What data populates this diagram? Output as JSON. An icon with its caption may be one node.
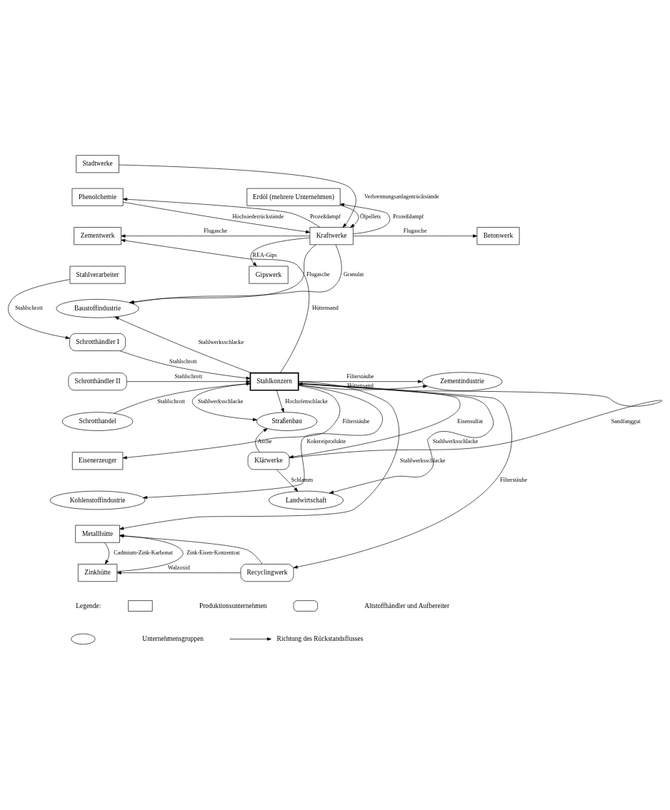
{
  "diagram": {
    "nodes": [
      {
        "text": [
          "Phenolchemie"
        ]
      },
      {
        "text": [
          "Stadtwerke"
        ]
      },
      {
        "text": [
          "Erdöl (mehrere Unternehmen)"
        ]
      },
      {
        "text": [
          "Zementwerk"
        ]
      },
      {
        "text": [
          "Kraftwerke"
        ]
      },
      {
        "text": [
          "Betonwerk"
        ]
      },
      {
        "text": [
          "Gipswerk"
        ]
      },
      {
        "text": [
          "Stahlverarbeiter"
        ]
      },
      {
        "text": [
          "Schrotthändler I"
        ]
      },
      {
        "text": [
          "Schrotthändler II"
        ]
      },
      {
        "text": [
          "Schrotthandel"
        ]
      },
      {
        "text": [
          "Stahlkonzern"
        ]
      },
      {
        "text": [
          "Baustoffindustrie"
        ]
      },
      {
        "text": [
          "Zementindustrie"
        ]
      },
      {
        "text": [
          "Straßenbau"
        ]
      },
      {
        "text": [
          "Eisenerzeuger"
        ]
      },
      {
        "text": [
          "Kohlenstoffindustrie"
        ]
      },
      {
        "text": [
          "Metallhütte"
        ]
      },
      {
        "text": [
          "Klärwerke"
        ]
      },
      {
        "text": [
          "Landwirtschaft"
        ]
      },
      {
        "text": [
          "Zinkhütte"
        ]
      },
      {
        "text": [
          "Recyclingwerk"
        ]
      }
    ],
    "edges": [
      {
        "from": 0,
        "to": 4,
        "arrow": "to",
        "label": "Hochsiederrückstände"
      },
      {
        "from": 4,
        "to": 0,
        "arrow": "to",
        "label": "Prozeßdampf"
      },
      {
        "from": 1,
        "to": 4,
        "arrow": "to",
        "label": "Verbrennungsanlagenrückstände"
      },
      {
        "from": 2,
        "to": 4,
        "arrow": "to",
        "label": "Ölpellets"
      },
      {
        "from": 4,
        "to": 2,
        "arrow": "to",
        "label": "Prozeßdampf"
      },
      {
        "from": 4,
        "to": 3,
        "arrow": "to",
        "label": "Flugasche"
      },
      {
        "from": 11,
        "to": 3,
        "arrow": "to",
        "label": "Hüttensand"
      },
      {
        "from": 4,
        "to": 5,
        "arrow": "to",
        "label": "Flugasche"
      },
      {
        "from": 4,
        "to": 6,
        "arrow": "to",
        "label": "REA-Gips"
      },
      {
        "from": 4,
        "to": 12,
        "arrow": "to",
        "label": "Flugasche"
      },
      {
        "from": 4,
        "to": 12,
        "arrow": "to",
        "label": "Granulat"
      },
      {
        "from": 7,
        "to": 8,
        "arrow": "to",
        "label": "Stahlschrott"
      },
      {
        "from": 8,
        "to": 11,
        "arrow": "to",
        "label": "Stahlschrott"
      },
      {
        "from": 9,
        "to": 11,
        "arrow": "to",
        "label": "Stahlschrott"
      },
      {
        "from": 10,
        "to": 11,
        "arrow": "to",
        "label": "Stahlschrott"
      },
      {
        "from": 11,
        "to": 12,
        "arrow": "to",
        "label": "Stahlwerksschlacke"
      },
      {
        "from": 11,
        "to": 13,
        "arrow": "to",
        "label": "Filterstäube"
      },
      {
        "from": 11,
        "to": 13,
        "arrow": "to",
        "label": "Hüttensand"
      },
      {
        "from": 11,
        "to": 14,
        "arrow": "to",
        "label": "Stahlwerksschlacke"
      },
      {
        "from": 11,
        "to": 14,
        "arrow": "to",
        "label": "Hochofenschlacke"
      },
      {
        "from": 11,
        "to": 15,
        "arrow": "to",
        "label": "Filterstäube"
      },
      {
        "from": 11,
        "to": 16,
        "arrow": "to",
        "label": "Kokereiprodukte"
      },
      {
        "from": 11,
        "to": 17,
        "arrow": "to",
        "label": "Stahlwerksschlacke"
      },
      {
        "from": 18,
        "to": 11,
        "arrow": "to",
        "label": "Sandfanggut"
      },
      {
        "from": 11,
        "to": 18,
        "arrow": "to",
        "label": "Eisensulfat"
      },
      {
        "from": 18,
        "to": 14,
        "arrow": "to",
        "label": "Asche"
      },
      {
        "from": 18,
        "to": 19,
        "arrow": "to",
        "label": "Schlamm"
      },
      {
        "from": 11,
        "to": 19,
        "arrow": "to",
        "label": "Stahlwerksschlacke"
      },
      {
        "from": 11,
        "to": 21,
        "arrow": "to",
        "label": "Filterstäube"
      },
      {
        "from": 21,
        "to": 20,
        "arrow": "to",
        "label": "Walzoxid"
      },
      {
        "from": 21,
        "to": 17,
        "arrow": "to"
      },
      {
        "from": 17,
        "to": 20,
        "arrow": "to",
        "label": "Cadmium-Zink-Karbonat"
      },
      {
        "from": 20,
        "to": 17,
        "arrow": "to",
        "label": "Zink-Eisen-Konzentrat"
      }
    ],
    "labels": [
      "Legende:"
    ],
    "legend": [
      {
        "text": "Produktionsunternehmen"
      },
      {
        "text": "Altstoffhändler und Aufbereiter"
      },
      {
        "text": "Unternehmensgruppen"
      },
      {
        "text": "Richtung des Rückstandsflusses"
      }
    ]
  }
}
